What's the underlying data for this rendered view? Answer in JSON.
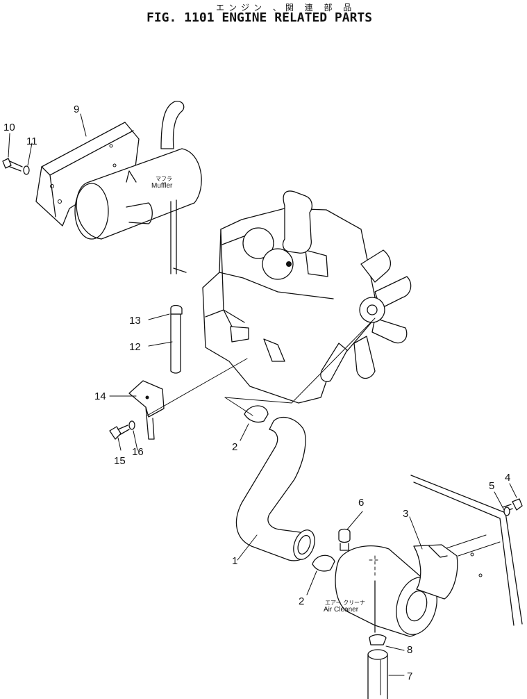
{
  "header": {
    "japanese_title": "エンジン 、関 連 部 品",
    "figure_title": "FIG. 1101  ENGINE RELATED PARTS"
  },
  "labels": {
    "muffler_jp": "マフラ",
    "muffler": "Muffler",
    "air_cleaner_jp": "エアー クリーナ",
    "air_cleaner": "Air Cleaner"
  },
  "callouts": {
    "c1": "1",
    "c2a": "2",
    "c2b": "2",
    "c3": "3",
    "c4": "4",
    "c5": "5",
    "c6": "6",
    "c7": "7",
    "c8": "8",
    "c9": "9",
    "c10": "10",
    "c11": "11",
    "c12": "12",
    "c13": "13",
    "c14": "14",
    "c15": "15",
    "c16": "16"
  }
}
